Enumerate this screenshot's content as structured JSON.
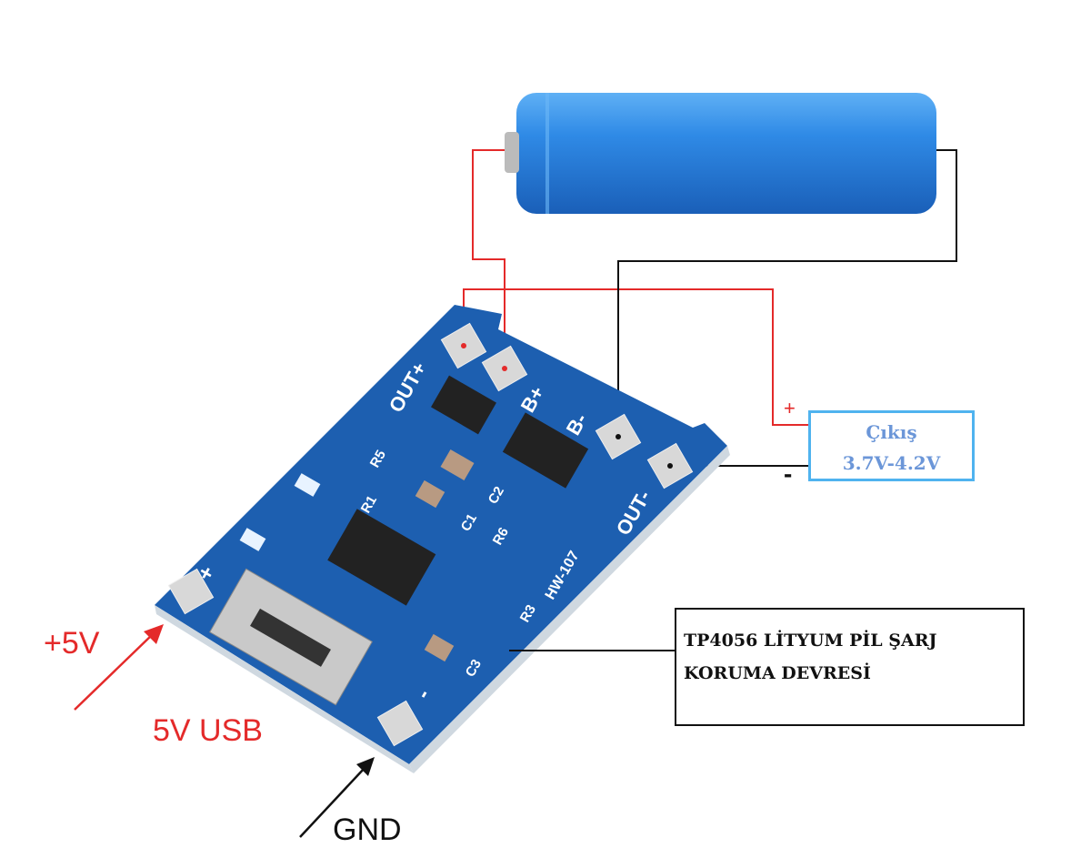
{
  "labels": {
    "plus5v": "+5V",
    "usb": "5V USB",
    "gnd": "GND",
    "out_plus_sign": "+",
    "out_minus_sign": "-"
  },
  "output_box": {
    "title": "Çıkış",
    "voltage": "3.7V-4.2V"
  },
  "info_box": {
    "line1": "TP4056 LİTYUM PİL ŞARJ",
    "line2": "KORUMA DEVRESİ"
  },
  "board_silk": {
    "out_plus": "OUT+",
    "b_plus": "B+",
    "b_minus": "B-",
    "out_minus": "OUT-",
    "model": "HW-107",
    "r1": "R1",
    "r3": "R3",
    "r5": "R5",
    "r6": "R6",
    "c1": "C1",
    "c2": "C2",
    "c3": "C3",
    "in_plus": "+",
    "in_minus": "-"
  },
  "colors": {
    "wire_red": "#e42a2a",
    "wire_black": "#111111",
    "board": "#1d5fb0",
    "battery": "#2a7fd6",
    "output_border": "#4fb3ef"
  }
}
